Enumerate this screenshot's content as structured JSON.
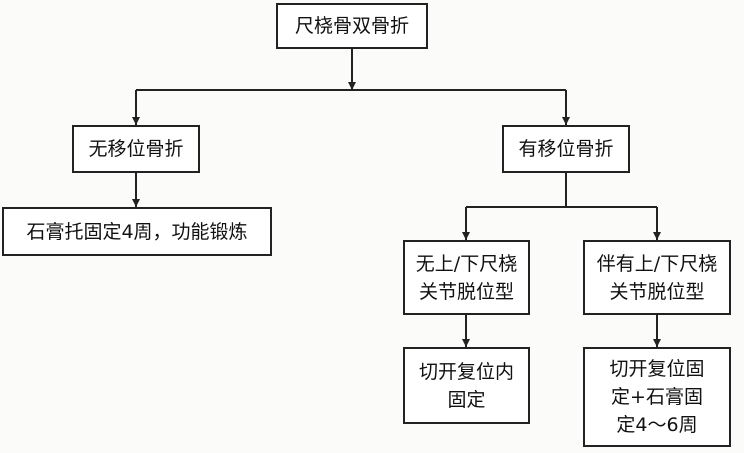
{
  "diagram": {
    "colors": {
      "line": "#222222",
      "box_border": "#222222",
      "background": "#fbfbf9"
    },
    "nodes": {
      "root": {
        "label": "尺桡骨双骨折"
      },
      "non_displaced": {
        "label": "无移位骨折"
      },
      "displaced": {
        "label": "有移位骨折"
      },
      "cast_treatment": {
        "label": "石膏托固定4周，功能锻炼"
      },
      "no_dislocation": {
        "label": "无上/下尺桡\n关节脱位型"
      },
      "with_dislocation": {
        "label": "伴有上/下尺桡\n关节脱位型"
      },
      "orif": {
        "label": "切开复位内\n固定"
      },
      "orif_cast": {
        "label": "切开复位固\n定+石膏固\n定4～6周"
      }
    }
  }
}
